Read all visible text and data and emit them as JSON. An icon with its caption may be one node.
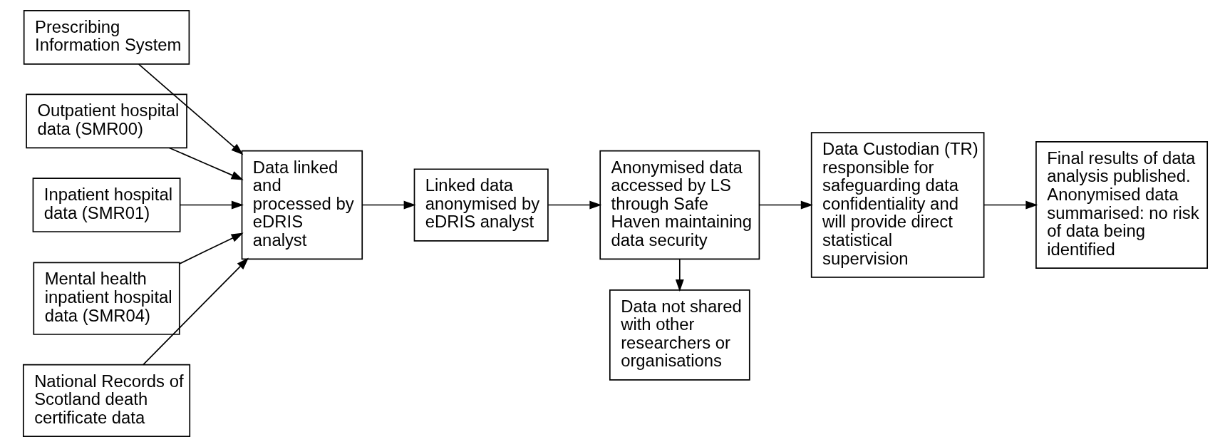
{
  "diagram": {
    "nodes": [
      {
        "text": [
          "Prescribing Information System"
        ]
      },
      {
        "text": [
          "Outpatient hospital data (SMR00)"
        ]
      },
      {
        "text": [
          "Inpatient hospital data (SMR01)"
        ]
      },
      {
        "text": [
          "Mental health inpatient hospital data (SMR04)"
        ]
      },
      {
        "text": [
          "National Records of Scotland death certificate data"
        ]
      },
      {
        "text": [
          "Data linked and processed by eDRIS analyst"
        ]
      },
      {
        "text": [
          "Linked data anonymised by eDRIS analyst"
        ]
      },
      {
        "text": [
          "Anonymised data accessed by LS through Safe Haven maintaining data security"
        ]
      },
      {
        "text": [
          "Data Custodian (TR) responsible for safeguarding data confidentiality and will provide direct statistical supervision"
        ]
      },
      {
        "text": [
          "Final results of data analysis published. Anonymised data summarised: no risk of data being identified"
        ]
      },
      {
        "text": [
          "Data not shared with other researchers or organisations"
        ]
      }
    ],
    "edges": [
      {
        "from": 0,
        "to": 5,
        "arrow": "to"
      },
      {
        "from": 1,
        "to": 5,
        "arrow": "to"
      },
      {
        "from": 2,
        "to": 5,
        "arrow": "to"
      },
      {
        "from": 3,
        "to": 5,
        "arrow": "to"
      },
      {
        "from": 4,
        "to": 5,
        "arrow": "to"
      },
      {
        "from": 5,
        "to": 6,
        "arrow": "to"
      },
      {
        "from": 6,
        "to": 7,
        "arrow": "to"
      },
      {
        "from": 7,
        "to": 8,
        "arrow": "to"
      },
      {
        "from": 8,
        "to": 9,
        "arrow": "to"
      },
      {
        "from": 7,
        "to": 10,
        "arrow": "to"
      }
    ]
  }
}
